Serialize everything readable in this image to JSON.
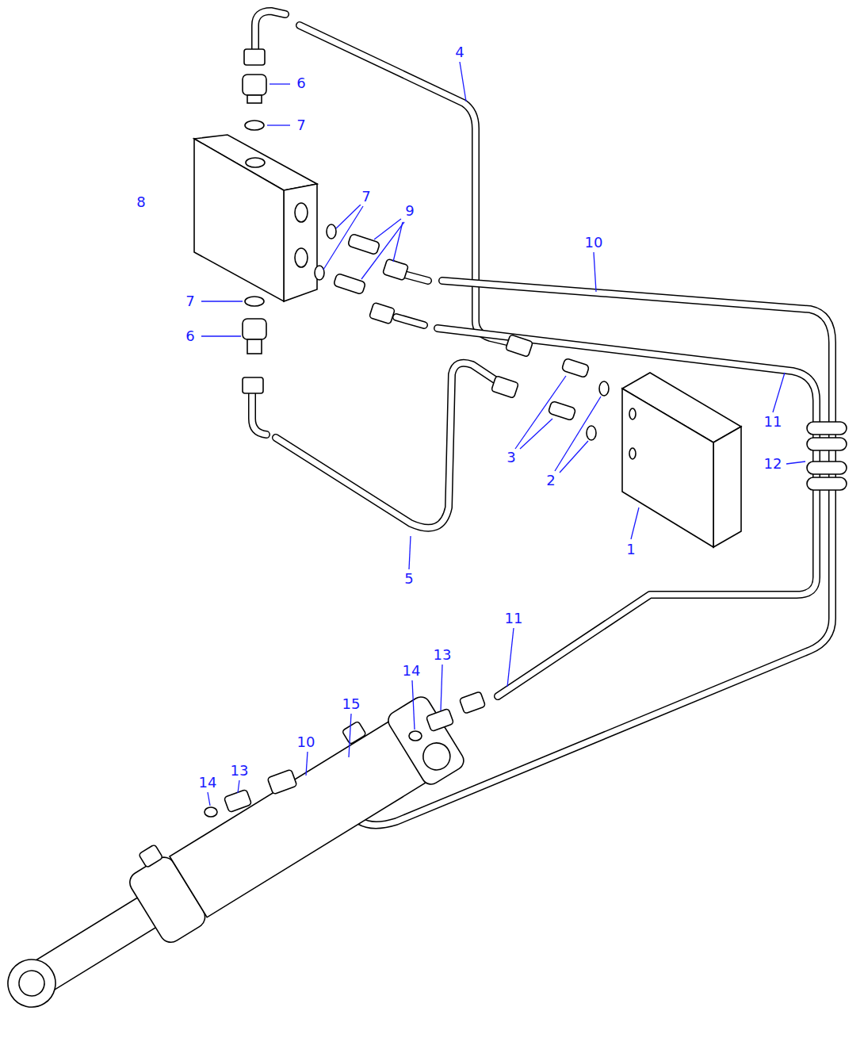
{
  "diagram": {
    "labels": [
      "4",
      "6",
      "7",
      "8",
      "7",
      "9",
      "10",
      "7",
      "6",
      "11",
      "12",
      "3",
      "2",
      "1",
      "5",
      "11",
      "13",
      "14",
      "15",
      "10",
      "13",
      "14"
    ]
  }
}
